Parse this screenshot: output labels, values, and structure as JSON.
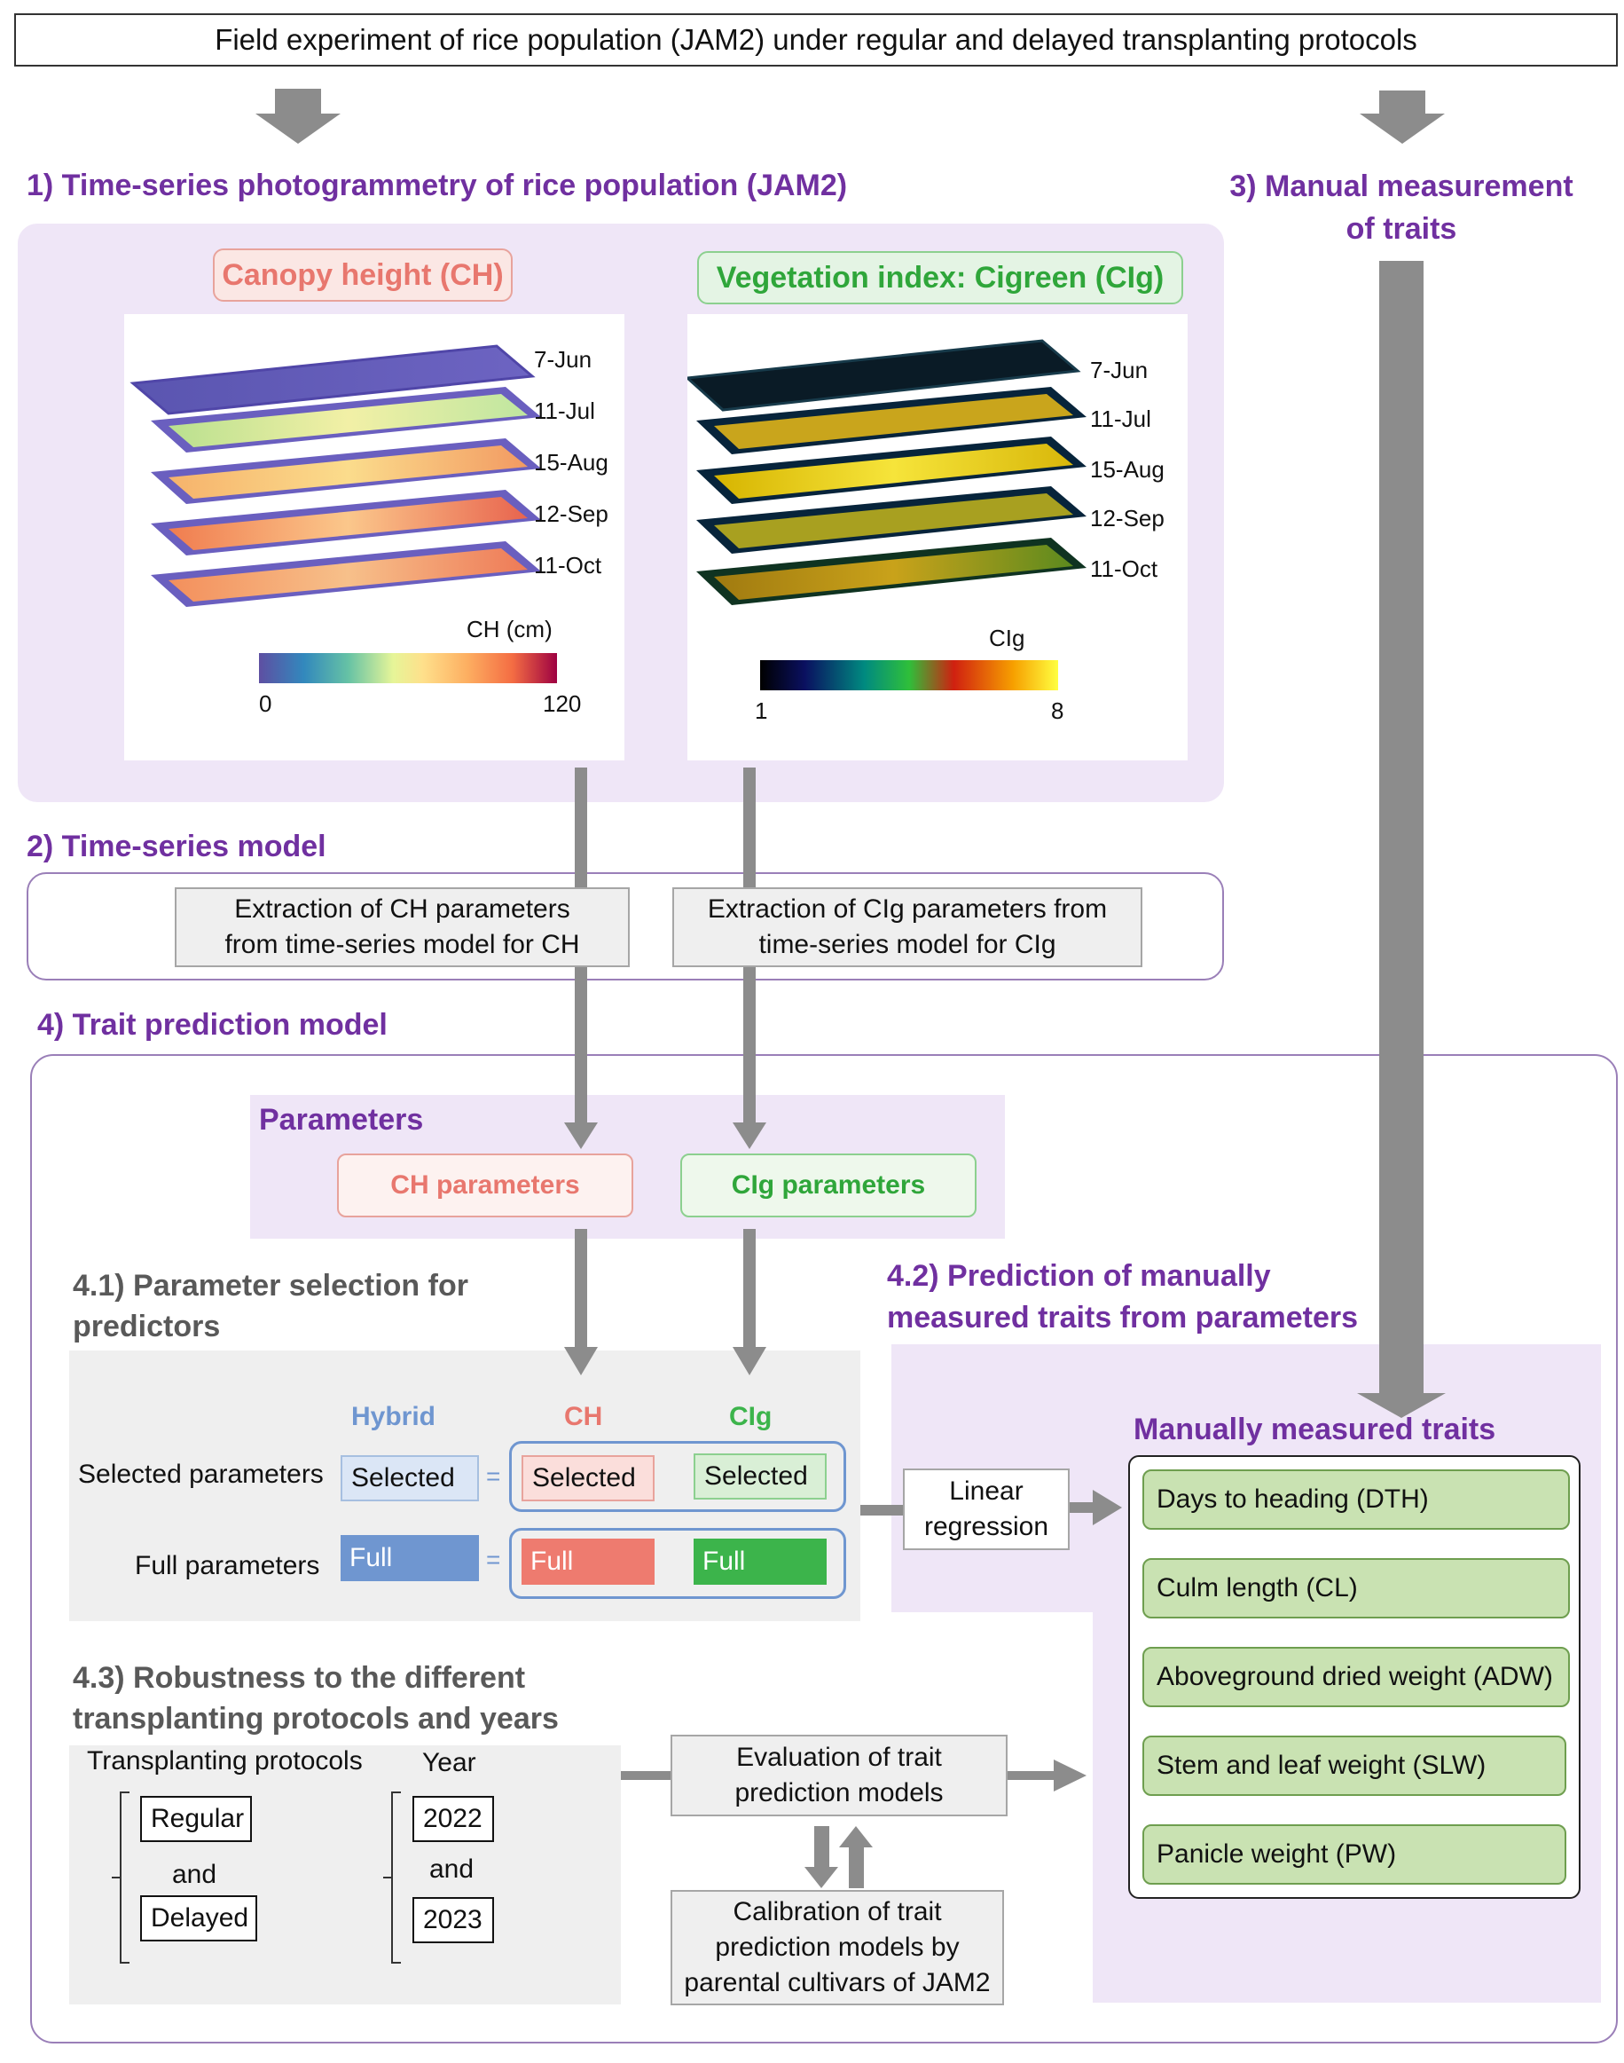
{
  "header": {
    "title": "Field experiment of rice population (JAM2) under regular and delayed transplanting protocols"
  },
  "section1": {
    "title": "1) Time-series photogrammetry of rice population (JAM2)",
    "ch_panel": {
      "title": "Canopy height (CH)",
      "dates": [
        "7-Jun",
        "11-Jul",
        "15-Aug",
        "12-Sep",
        "11-Oct"
      ],
      "colorbar_label": "CH (cm)",
      "min": "0",
      "max": "120"
    },
    "cig_panel": {
      "title": "Vegetation index: Cigreen (CIg)",
      "dates": [
        "7-Jun",
        "11-Jul",
        "15-Aug",
        "12-Sep",
        "11-Oct"
      ],
      "colorbar_label": "CIg",
      "min": "1",
      "max": "8"
    }
  },
  "section2": {
    "title": "2) Time-series model",
    "ch_box": "Extraction of CH parameters from time-series model for CH",
    "cig_box": "Extraction of CIg parameters from time-series model for CIg"
  },
  "section3": {
    "title": "3) Manual measurement of traits"
  },
  "section4": {
    "title": "4) Trait prediction model",
    "parameters": {
      "title": "Parameters",
      "ch": "CH parameters",
      "cig": "CIg parameters"
    },
    "s41": {
      "title": "4.1) Parameter selection for predictors",
      "col_hybrid": "Hybrid",
      "col_ch": "CH",
      "col_cig": "CIg",
      "row1_label": "Selected parameters",
      "row2_label": "Full parameters",
      "selected": "Selected",
      "full": "Full",
      "equals": "="
    },
    "s42": {
      "title": "4.2) Prediction of manually measured traits from parameters",
      "regression": "Linear regression",
      "traits_title": "Manually measured traits",
      "traits": [
        "Days to heading (DTH)",
        "Culm length (CL)",
        "Aboveground dried weight (ADW)",
        "Stem and leaf weight (SLW)",
        "Panicle weight (PW)"
      ]
    },
    "s43": {
      "title": "4.3) Robustness to the different transplanting protocols and years",
      "protocols_label": "Transplanting protocols",
      "year_label": "Year",
      "regular": "Regular",
      "and": "and",
      "delayed": "Delayed",
      "year1": "2022",
      "year2": "2023",
      "evaluation": "Evaluation of trait prediction models",
      "calibration": "Calibration of trait prediction models by parental cultivars of JAM2"
    }
  },
  "colors": {
    "purple": "#7030a0",
    "lavender": "#efe6f7",
    "ch_red": "#e8776e",
    "cig_green": "#3cb44b",
    "hybrid_blue": "#6f96d0",
    "trait_green": "#c9e2b2",
    "arrow_gray": "#8c8c8c"
  }
}
